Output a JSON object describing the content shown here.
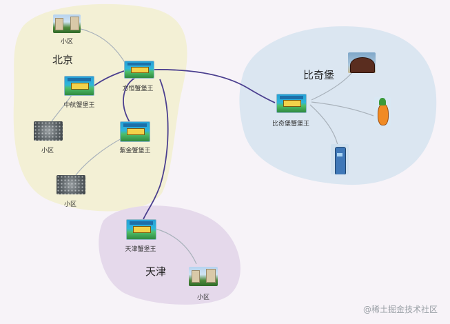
{
  "regions": {
    "beijing": "北京",
    "bikini": "比奇堡",
    "tianjin": "天津"
  },
  "nodes": {
    "xiaoqu_top": "小区",
    "fangheng": "方恒蟹堡王",
    "zhonghang": "中航蟹堡王",
    "xiaoqu_left": "小区",
    "zijin": "紫金蟹堡王",
    "xiaoqu_bottom": "小区",
    "bikini_shop": "比奇堡蟹堡王",
    "tianjin_shop": "天津蟹堡王",
    "xiaoqu_tianjin": "小区"
  },
  "colors": {
    "beijing_blob": "#f3f0d5",
    "bikini_blob": "#dbe6f1",
    "tianjin_blob": "#e5d9eb",
    "major_edge": "#4b3f8f",
    "minor_edge": "#a9b2bb"
  },
  "watermark": "@稀土掘金技术社区"
}
